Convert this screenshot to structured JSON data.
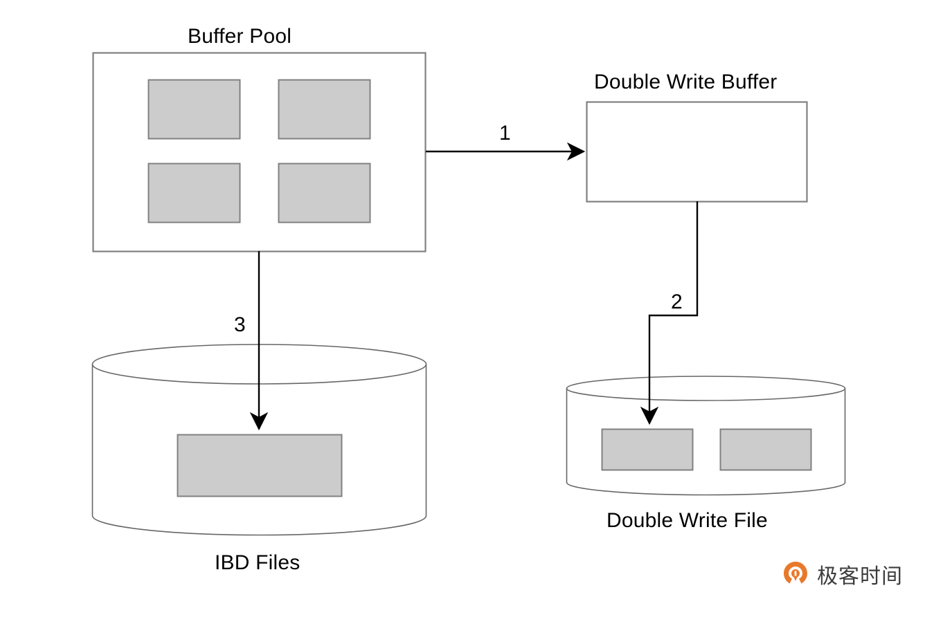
{
  "diagram": {
    "title_buffer_pool": "Buffer Pool",
    "title_double_write_buffer": "Double Write Buffer",
    "title_ibd_files": "IBD Files",
    "title_double_write_file": "Double Write File",
    "step_1": "1",
    "step_2": "2",
    "step_3": "3",
    "colors": {
      "page_fill": "#cccccc",
      "page_stroke": "#808080",
      "box_stroke": "#808080",
      "cylinder_stroke": "#666666",
      "arrow": "#000000",
      "background": "#ffffff",
      "logo_orange": "#e8792b",
      "watermark_text": "#3c3c3c"
    },
    "nodes": [
      {
        "name": "buffer-pool",
        "label": "Buffer Pool",
        "shape": "rectangle",
        "pages": 4
      },
      {
        "name": "double-write-buffer",
        "label": "Double Write Buffer",
        "shape": "rectangle",
        "pages": 0
      },
      {
        "name": "ibd-files",
        "label": "IBD Files",
        "shape": "cylinder",
        "pages": 1
      },
      {
        "name": "double-write-file",
        "label": "Double Write File",
        "shape": "cylinder",
        "pages": 2
      }
    ],
    "edges": [
      {
        "name": "edge-1",
        "label": "1",
        "from": "buffer-pool",
        "to": "double-write-buffer"
      },
      {
        "name": "edge-2",
        "label": "2",
        "from": "double-write-buffer",
        "to": "double-write-file"
      },
      {
        "name": "edge-3",
        "label": "3",
        "from": "buffer-pool",
        "to": "ibd-files"
      }
    ]
  },
  "watermark": {
    "text": "极客时间",
    "logo_name": "geektime-logo"
  }
}
